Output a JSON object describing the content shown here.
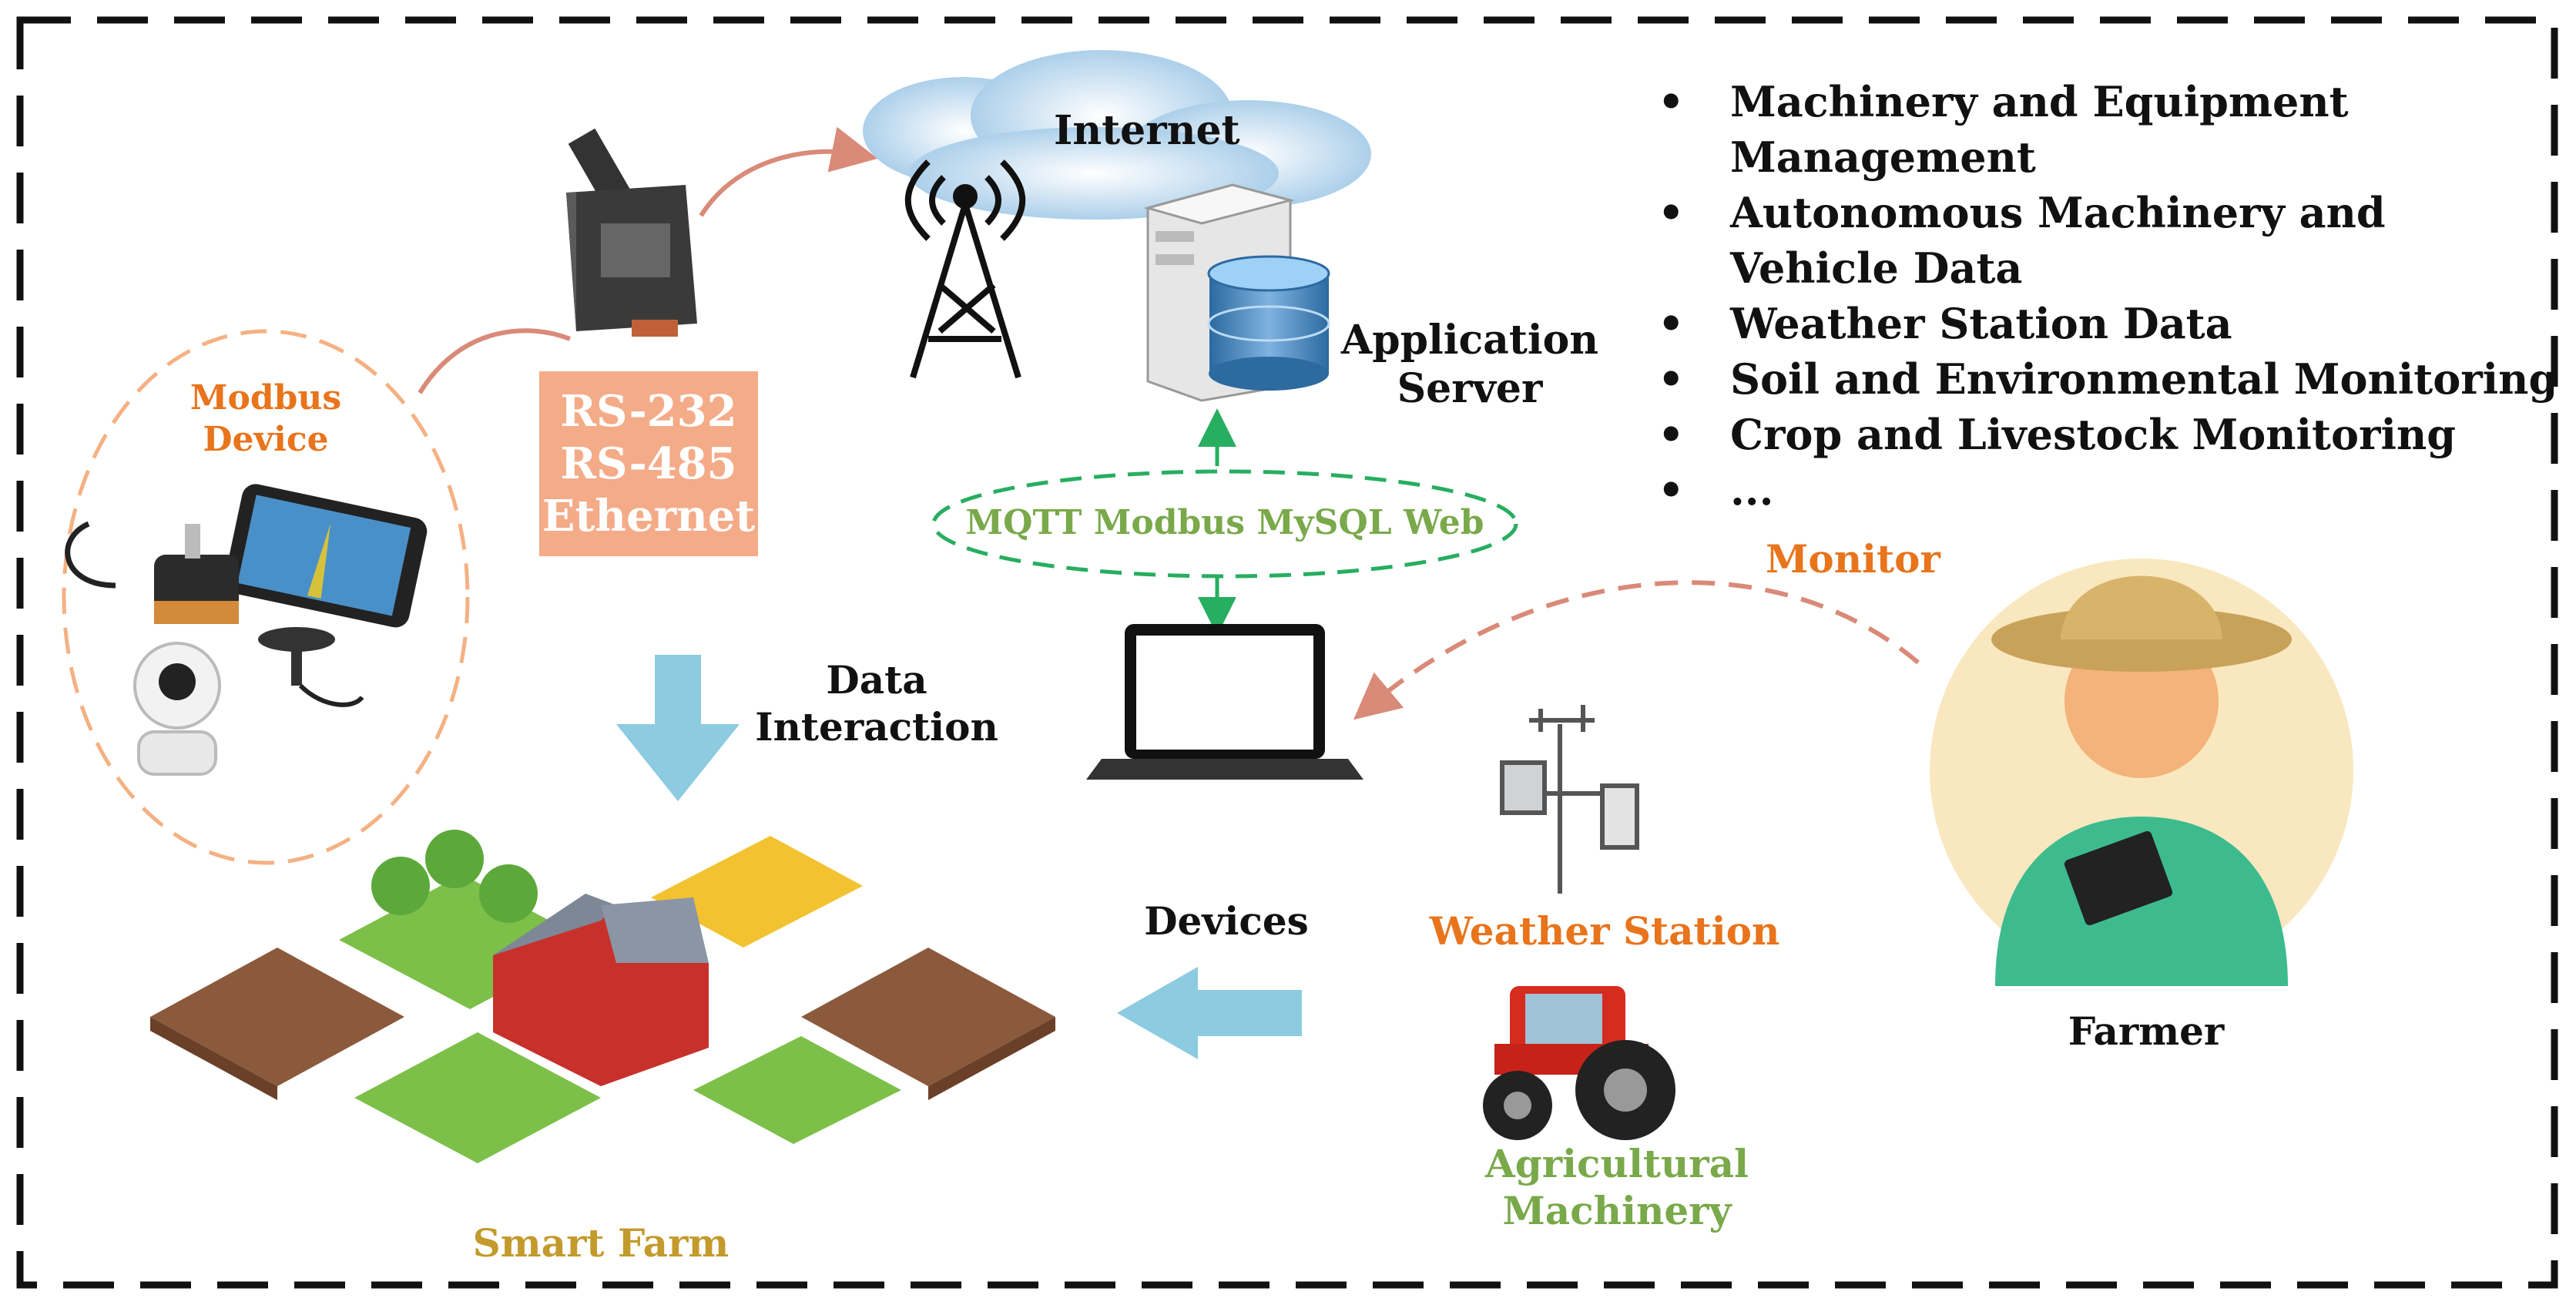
{
  "modbus_device": {
    "line1": "Modbus",
    "line2": "Device"
  },
  "protocol_box": {
    "line1": "RS-232",
    "line2": "RS-485",
    "line3": "Ethernet"
  },
  "internet_label": "Internet",
  "server_label": {
    "line1": "Application",
    "line2": "Server"
  },
  "mqtt_label": "MQTT Modbus MySQL Web",
  "data_interaction": {
    "line1": "Data",
    "line2": "Interaction"
  },
  "monitor_label": "Monitor",
  "farmer_label": "Farmer",
  "weather_station_label": "Weather Station",
  "agri_machinery": {
    "line1": "Agricultural",
    "line2": "Machinery"
  },
  "devices_label": "Devices",
  "smart_farm_label": "Smart Farm",
  "data_list": [
    "Machinery and Equipment Management",
    "Autonomous Machinery and Vehicle Data",
    "Weather Station Data",
    "Soil and Environmental Monitoring",
    "Crop and Livestock Monitoring",
    "..."
  ],
  "colors": {
    "orange_label": "#e8741c",
    "green_label": "#79a94a",
    "gold_label": "#c39a2c",
    "dashed_green": "#27ae60",
    "arrow_blue": "#8ccbe0",
    "arrow_salmon": "#d98a78",
    "box_salmon": "#f4ab88"
  },
  "icons": [
    "router-icon",
    "antenna-tower-icon",
    "cloud-icon",
    "server-icon",
    "database-icon",
    "laptop-icon",
    "farmer-icon",
    "weather-station-icon",
    "tractor-icon",
    "farm-icon",
    "tablet-icon",
    "camera-icon",
    "encoder-icon",
    "gps-antenna-icon"
  ]
}
